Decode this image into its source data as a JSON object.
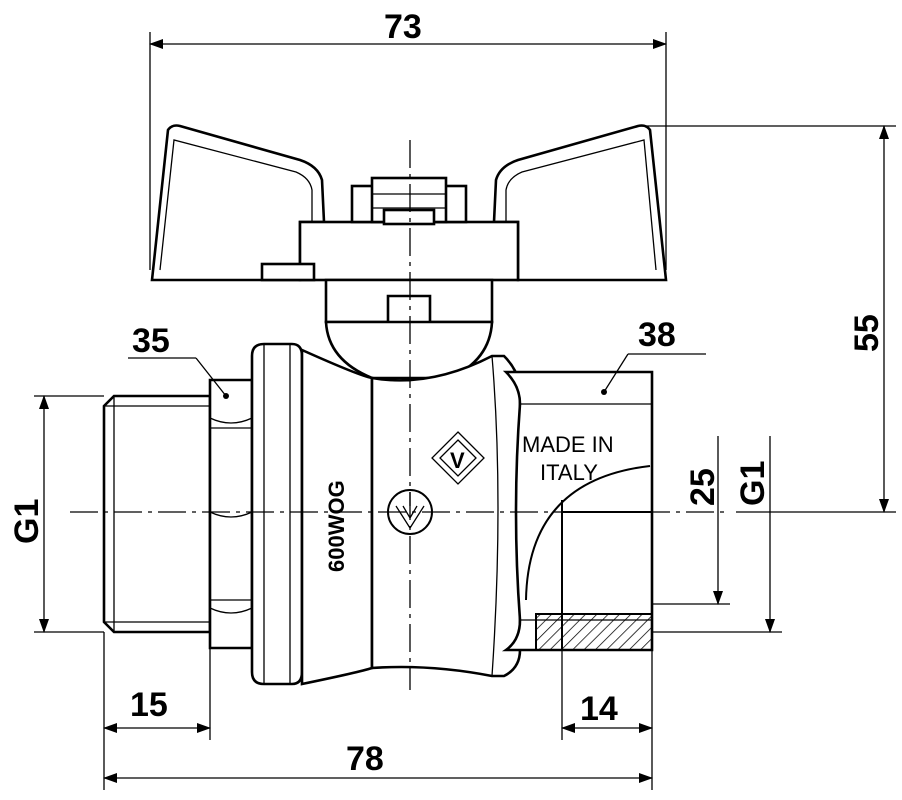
{
  "dimensions": {
    "handle_width": "73",
    "overall_height": "55",
    "length": "78",
    "hex_left": "35",
    "hex_right": "38",
    "thread_left": "G1",
    "thread_right": "G1",
    "bore": "25",
    "male_thread_length": "15",
    "female_thread_depth": "14"
  },
  "body_markings": {
    "pressure": "600WOG",
    "origin_line1": "MADE IN",
    "origin_line2": "ITALY",
    "logo_letter": "V"
  }
}
